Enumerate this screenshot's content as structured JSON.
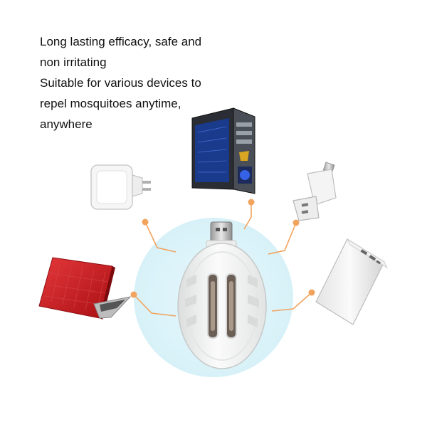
{
  "caption": {
    "lines": [
      "Long lasting efficacy, safe and",
      "non irritating",
      "Suitable for various devices to",
      "repel mosquitoes anytime,",
      "anywhere"
    ]
  },
  "colors": {
    "halo": "#dff5fb",
    "connector": "#f2a35e",
    "repeller_body": "#f2f3f3",
    "laptop_lid": "#c8171b"
  },
  "icons": [
    "usb-mosquito-repeller-icon",
    "laptop-icon",
    "wall-charger-icon",
    "desktop-pc-tower-icon",
    "car-charger-icon",
    "power-bank-icon"
  ]
}
